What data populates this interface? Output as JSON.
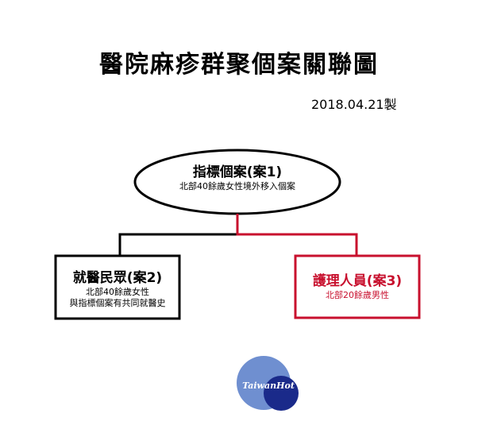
{
  "header": {
    "title": "醫院麻疹群聚個案關聯圖",
    "date": "2018.04.21製"
  },
  "nodes": {
    "index_case": {
      "title": "指標個案(案1)",
      "lines": [
        "北部40餘歲女性境外移入個案"
      ]
    },
    "case2": {
      "title": "就醫民眾(案2)",
      "lines": [
        "北部40餘歲女性",
        "與指標個案有共同就醫史"
      ]
    },
    "case3": {
      "title": "護理人員(案3)",
      "lines": [
        "北部20餘歲男性"
      ]
    }
  },
  "colors": {
    "black_link": "#000000",
    "red_link": "#c8102e",
    "logo_light": "#6f8fd0",
    "logo_dark": "#1a2a8a"
  },
  "logo": {
    "text": "TaiwanHot"
  }
}
